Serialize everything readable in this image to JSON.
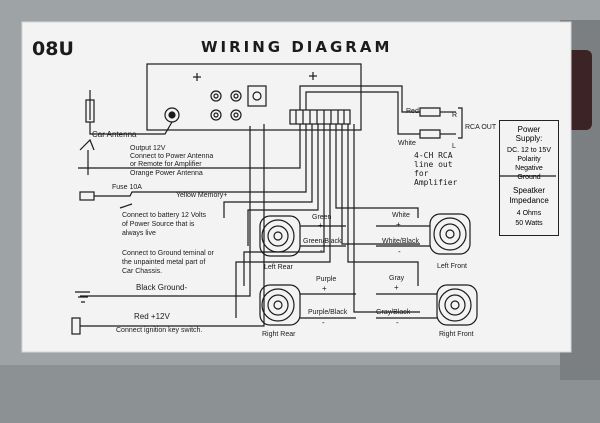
{
  "header": {
    "model": "08U",
    "title": "WIRING DIAGRAM"
  },
  "antenna": {
    "label": "Car Antenna"
  },
  "power_antenna": {
    "line1": "Output 12V",
    "line2": "Connect to Power Antenna",
    "line3": "or Remote for Amplifier",
    "line4": "Orange  Power Antenna"
  },
  "memory": {
    "fuse_label": "Fuse 10A",
    "wire_label": "Yellow Memory+",
    "note_line1": "Connect to battery 12 Volts",
    "note_line2": "of Power Source that is",
    "note_line3": "always live"
  },
  "ground_note": {
    "line1": "Connect to Ground teminal or",
    "line2": "the unpainted metal part of",
    "line3": "Car Chassis."
  },
  "ground": {
    "label": "Black Ground-"
  },
  "ignition": {
    "wire_label": "Red      +12V",
    "note": "Connect ignition key switch."
  },
  "rca": {
    "red": "Red",
    "white": "White",
    "r": "R",
    "l": "L",
    "out": "RCA OUT"
  },
  "line_out": {
    "line1": "4-CH  RCA",
    "line2": "line  out",
    "line3": "for",
    "line4": "Amplifier"
  },
  "power_supply": {
    "line1": "Power",
    "line2": "Supply:",
    "line3": "DC. 12 to 15V",
    "line4": "Polarity",
    "line5": "Negative",
    "line6": "Ground",
    "line7": "Speatker",
    "line8": "Impedance",
    "line9": "4  Ohms",
    "line10": "50 Watts"
  },
  "speakers": {
    "left_rear": {
      "label": "Left  Rear",
      "pos_wire": "Green",
      "neg_wire": "Green/Black"
    },
    "right_rear": {
      "label": "Right Rear",
      "pos_wire": "Purple",
      "neg_wire": "Purple/Black"
    },
    "left_front": {
      "label": "Left Front",
      "pos_wire": "White",
      "neg_wire": "White/Black"
    },
    "right_front": {
      "label": "Right  Front",
      "pos_wire": "Gray",
      "neg_wire": "Gray/Black"
    },
    "plus": "+",
    "minus": "-"
  },
  "colors": {
    "background": "#9ea3a6",
    "label": "#f3f3f3",
    "ink": "#1b1b1b"
  }
}
